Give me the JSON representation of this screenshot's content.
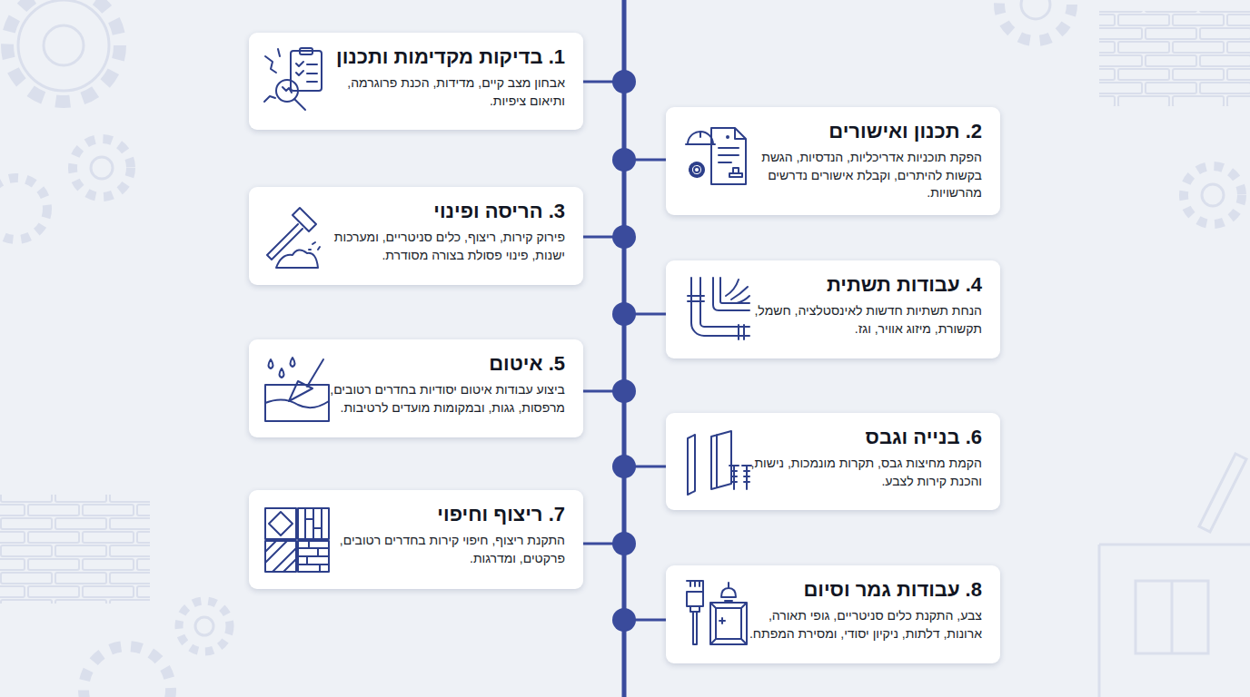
{
  "diagram": {
    "nodes": [
      {
        "text": [
          "1. בדיקות מקדימות ותכנון",
          "אבחון מצב קיים, מדידות, הכנת פרוגרמה, ותיאום ציפיות."
        ]
      },
      {
        "text": [
          "2. תכנון ואישורים",
          "הפקת תוכניות אדריכליות, הנדסיות, הגשת בקשות להיתרים, וקבלת אישורים נדרשים מהרשויות."
        ]
      },
      {
        "text": [
          "3. הריסה ופינוי",
          "פירוק קירות, ריצוף, כלים סניטריים, ומערכות ישנות, פינוי פסולת בצורה מסודרת."
        ]
      },
      {
        "text": [
          "4. עבודות תשתית",
          "הנחת תשתיות חדשות לאינסטלציה, חשמל, תקשורת, מיזוג אוויר, וגז."
        ]
      },
      {
        "text": [
          "5. איטום",
          "ביצוע עבודות איטום יסודיות בחדרים רטובים, מרפסות, גגות, ובמקומות מועדים לרטיבות."
        ]
      },
      {
        "text": [
          "6. בנייה וגבס",
          "הקמת מחיצות גבס, תקרות מונמכות, נישות, והכנת קירות לצבע."
        ]
      },
      {
        "text": [
          "7. ריצוף וחיפוי",
          "התקנת ריצוף, חיפוי קירות בחדרים רטובים, פרקטים, ומדרגות."
        ]
      },
      {
        "text": [
          "8. עבודות גמר וסיום",
          "צבע, התקנת כלים סניטריים, גופי תאורה, ארונות, דלתות, ניקיון יסודי, ומסירת המפתח."
        ]
      }
    ]
  }
}
